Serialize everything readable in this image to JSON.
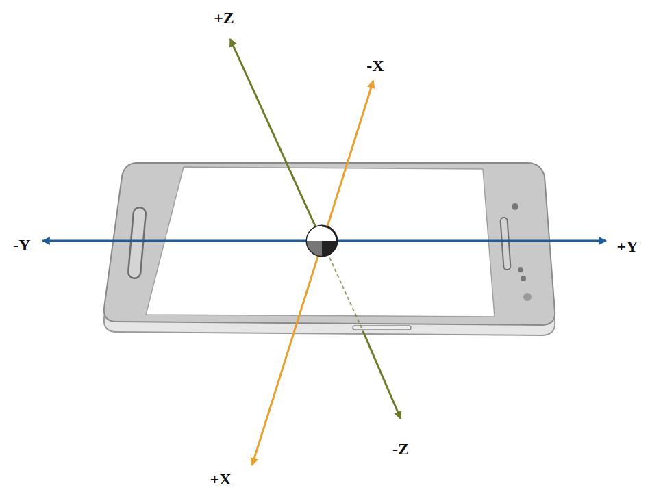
{
  "diagram": {
    "labels": [
      "+Z",
      "-X",
      "-Y",
      "+Y",
      "-Z",
      "+X"
    ]
  }
}
